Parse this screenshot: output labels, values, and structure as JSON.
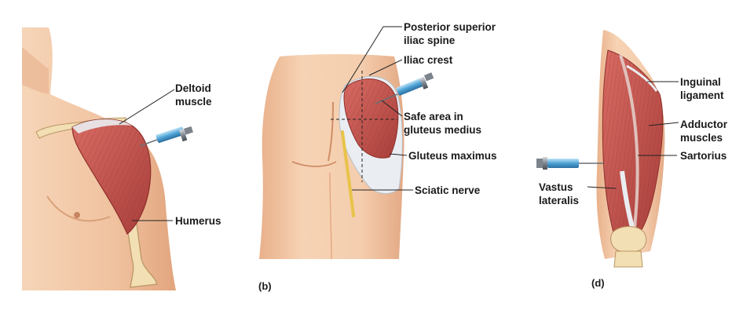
{
  "panel_a": {
    "labels": {
      "deltoid_line1": "Deltoid",
      "deltoid_line2": "muscle",
      "humerus": "Humerus"
    }
  },
  "panel_b": {
    "letter": "(b)",
    "labels": {
      "psis_line1": "Posterior superior",
      "psis_line2": "iliac spine",
      "iliac_crest": "Iliac crest",
      "safe_area_line1": "Safe area in",
      "safe_area_line2": "gluteus medius",
      "gluteus_maximus": "Gluteus maximus",
      "sciatic_nerve": "Sciatic nerve"
    }
  },
  "panel_d": {
    "letter": "(d)",
    "labels": {
      "inguinal_line1": "Inguinal",
      "inguinal_line2": "ligament",
      "adductor_line1": "Adductor",
      "adductor_line2": "muscles",
      "sartorius": "Sartorius",
      "vastus_line1": "Vastus",
      "vastus_line2": "lateralis"
    }
  },
  "colors": {
    "skin": "#f3c9a6",
    "skin_shadow": "#e5aa83",
    "muscle": "#c8544f",
    "muscle_dark": "#9e3a37",
    "bone": "#f2dfb4",
    "tendon": "#eaeef2",
    "syringe_barrel": "#5aa9d8",
    "nerve": "#e8c34a"
  }
}
